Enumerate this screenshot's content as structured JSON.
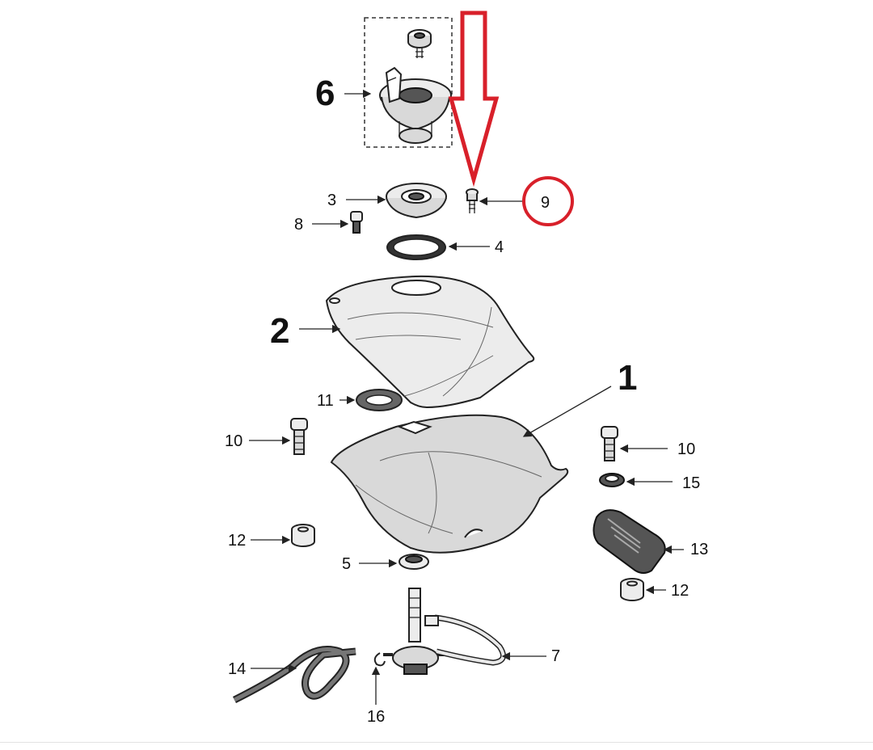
{
  "callouts": [
    {
      "id": "6",
      "label": "6",
      "size": "big"
    },
    {
      "id": "3",
      "label": "3",
      "size": "small"
    },
    {
      "id": "8",
      "label": "8",
      "size": "small"
    },
    {
      "id": "9",
      "label": "9",
      "size": "small"
    },
    {
      "id": "4",
      "label": "4",
      "size": "small"
    },
    {
      "id": "2",
      "label": "2",
      "size": "big"
    },
    {
      "id": "1",
      "label": "1",
      "size": "big"
    },
    {
      "id": "11",
      "label": "11",
      "size": "small"
    },
    {
      "id": "10a",
      "label": "10",
      "size": "small"
    },
    {
      "id": "10b",
      "label": "10",
      "size": "small"
    },
    {
      "id": "15",
      "label": "15",
      "size": "small"
    },
    {
      "id": "12a",
      "label": "12",
      "size": "small"
    },
    {
      "id": "13",
      "label": "13",
      "size": "small"
    },
    {
      "id": "5",
      "label": "5",
      "size": "small"
    },
    {
      "id": "12b",
      "label": "12",
      "size": "small"
    },
    {
      "id": "7",
      "label": "7",
      "size": "small"
    },
    {
      "id": "14",
      "label": "14",
      "size": "small"
    },
    {
      "id": "16",
      "label": "16",
      "size": "small"
    }
  ],
  "highlight": {
    "target": "9",
    "color": "#d8202a"
  }
}
